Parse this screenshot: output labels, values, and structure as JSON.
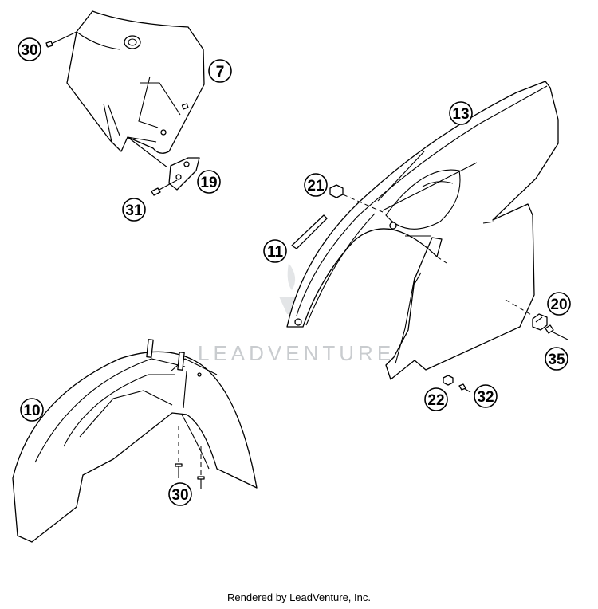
{
  "watermark": "LEADVENTURE",
  "credit": "Rendered by LeadVenture, Inc.",
  "callouts": {
    "c30_top": "30",
    "c7": "7",
    "c19": "19",
    "c31": "31",
    "c13": "13",
    "c21": "21",
    "c11": "11",
    "c20": "20",
    "c35": "35",
    "c22": "22",
    "c32": "32",
    "c10": "10",
    "c30_bottom": "30"
  }
}
